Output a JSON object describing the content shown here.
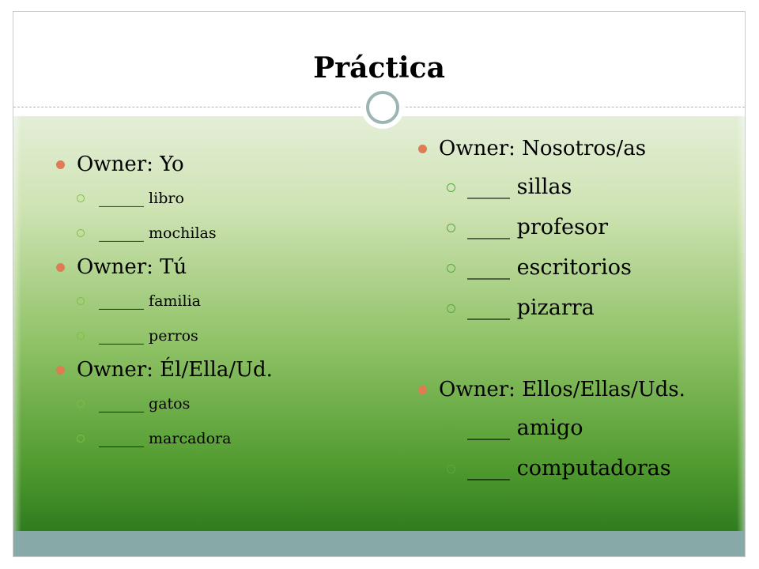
{
  "slide": {
    "title": "Práctica",
    "left_column": [
      {
        "label": "Owner: Yo",
        "items": [
          "______  libro",
          "______ mochilas"
        ]
      },
      {
        "label": "Owner: Tú",
        "items": [
          "______  familia",
          "______  perros"
        ]
      },
      {
        "label": "Owner: Él/Ella/Ud.",
        "items": [
          "______  gatos",
          "______  marcadora"
        ]
      }
    ],
    "right_column": [
      {
        "label": "Owner: Nosotros/as",
        "items": [
          "____ sillas",
          "____ profesor",
          "____ escritorios",
          "____ pizarra"
        ]
      },
      {
        "label": "Owner: Ellos/Ellas/Uds.",
        "items": [
          "____ amigo",
          "____ computadoras"
        ]
      }
    ]
  },
  "colors": {
    "bullet_primary": "#e07b53",
    "bullet_secondary": "#5aa83e",
    "footer_bar": "#87a9a7",
    "gradient_bottom": "#2f7c1f"
  }
}
